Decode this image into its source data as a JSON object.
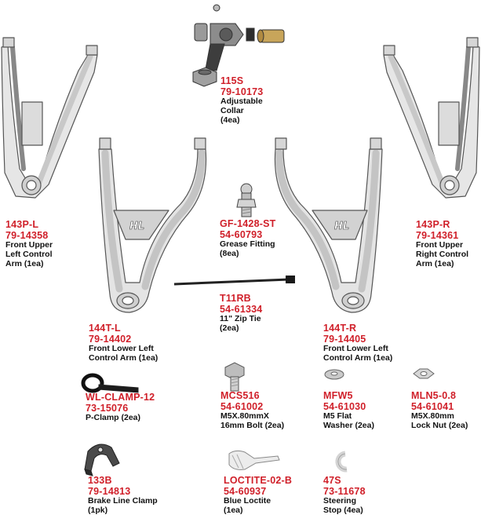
{
  "title": "",
  "colors": {
    "code_red": "#d0202a",
    "desc_black": "#111111",
    "part_gray": "#d8d8d8",
    "outline": "#444444"
  },
  "parts": [
    {
      "sku": "115S",
      "part_no": "79-10173",
      "desc": [
        "Adjustable",
        "Collar",
        "(4ea)"
      ]
    },
    {
      "sku": "143P-L",
      "part_no": "79-14358",
      "desc": [
        "Front Upper",
        "Left Control",
        "Arm (1ea)"
      ]
    },
    {
      "sku": "143P-R",
      "part_no": "79-14361",
      "desc": [
        "Front Upper",
        "Right Control",
        "Arm (1ea)"
      ]
    },
    {
      "sku": "GF-1428-ST",
      "part_no": "54-60793",
      "desc": [
        "Grease Fitting",
        "(8ea)"
      ]
    },
    {
      "sku": "T11RB",
      "part_no": "54-61334",
      "desc": [
        "11\" Zip Tie",
        "(2ea)"
      ]
    },
    {
      "sku": "144T-L",
      "part_no": "79-14402",
      "desc": [
        "Front Lower Left",
        "Control Arm (1ea)"
      ]
    },
    {
      "sku": "144T-R",
      "part_no": "79-14405",
      "desc": [
        "Front Lower Left",
        "Control Arm (1ea)"
      ]
    },
    {
      "sku": "WL-CLAMP-12",
      "part_no": "73-15076",
      "desc": [
        "P-Clamp (2ea)"
      ]
    },
    {
      "sku": "MCS516",
      "part_no": "54-61002",
      "desc": [
        "M5X.80mmX",
        "16mm Bolt (2ea)"
      ]
    },
    {
      "sku": "MFW5",
      "part_no": "54-61030",
      "desc": [
        "M5 Flat",
        "Washer (2ea)"
      ]
    },
    {
      "sku": "MLN5-0.8",
      "part_no": "54-61041",
      "desc": [
        "M5X.80mm",
        "Lock Nut (2ea)"
      ]
    },
    {
      "sku": "133B",
      "part_no": "79-14813",
      "desc": [
        "Brake Line Clamp",
        "(1pk)"
      ]
    },
    {
      "sku": "LOCTITE-02-B",
      "part_no": "54-60937",
      "desc": [
        "Blue Loctite",
        "(1ea)"
      ]
    },
    {
      "sku": "47S",
      "part_no": "73-11678",
      "desc": [
        "Steering",
        "Stop (4ea)"
      ]
    }
  ],
  "logo_text": "HL"
}
